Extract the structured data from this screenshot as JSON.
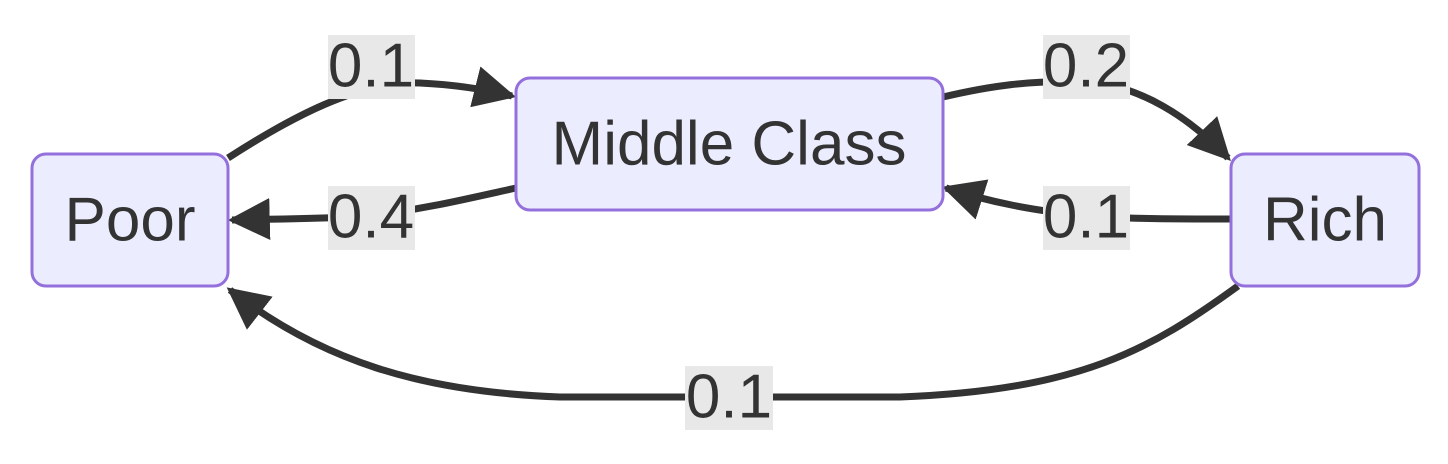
{
  "diagram": {
    "nodes": {
      "poor": {
        "label": "Poor"
      },
      "middle": {
        "label": "Middle Class"
      },
      "rich": {
        "label": "Rich"
      }
    },
    "edges": {
      "poor_to_middle": {
        "from": "Poor",
        "to": "Middle Class",
        "label": "0.1"
      },
      "middle_to_rich": {
        "from": "Middle Class",
        "to": "Rich",
        "label": "0.2"
      },
      "middle_to_poor": {
        "from": "Middle Class",
        "to": "Poor",
        "label": "0.4"
      },
      "rich_to_middle": {
        "from": "Rich",
        "to": "Middle Class",
        "label": "0.1"
      },
      "rich_to_poor": {
        "from": "Rich",
        "to": "Poor",
        "label": "0.1"
      }
    },
    "colors": {
      "node_fill": "#ECECFF",
      "node_stroke": "#9370DB",
      "edge": "#333333",
      "label_bg": "#e8e8e8"
    }
  }
}
